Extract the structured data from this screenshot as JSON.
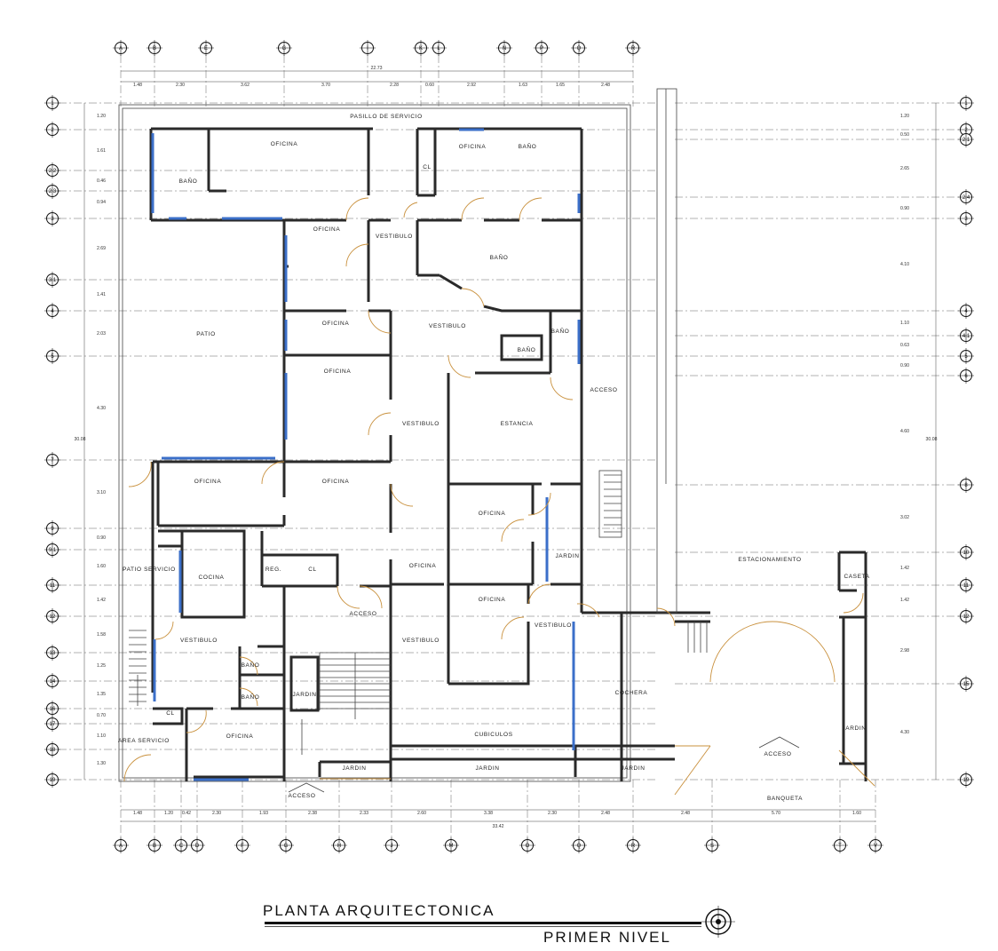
{
  "title": {
    "main": "PLANTA ARQUITECTONICA",
    "sub": "PRIMER NIVEL"
  },
  "axes_top": [
    "A",
    "B",
    "E",
    "G",
    "I",
    "K",
    "L",
    "N",
    "P",
    "Q",
    "R"
  ],
  "axes_bottom": [
    "A",
    "B",
    "C",
    "D",
    "F",
    "G",
    "H",
    "J",
    "M",
    "O",
    "Q",
    "R",
    "S",
    "T",
    "V"
  ],
  "axes_left": [
    "1",
    "2",
    "2.2",
    "2.3",
    "3",
    "3.1",
    "4",
    "5",
    "7",
    "9",
    "9.1",
    "11",
    "12",
    "13",
    "14",
    "16",
    "17",
    "18",
    "19"
  ],
  "axes_right": [
    "1",
    "2",
    "2.1",
    "2.4",
    "3",
    "4",
    "4.1",
    "5",
    "6",
    "8",
    "10",
    "11",
    "12",
    "15",
    "19"
  ],
  "dims_top": {
    "total": "22.73",
    "parts": [
      "1.48",
      "2.30",
      "3.62",
      "3.70",
      "2.28",
      "0.60",
      "2.92",
      "1.63",
      "1.65",
      "2.48"
    ]
  },
  "dims_bottom": {
    "total": "33.42",
    "parts": [
      "1.48",
      "1.20",
      "0.42",
      "2.30",
      "1.93",
      "2.38",
      "2.33",
      "2.60",
      "3.38",
      "2.30",
      "2.48",
      "2.48",
      "5.70",
      "1.60"
    ]
  },
  "dims_left": {
    "total": "30.08",
    "parts": [
      "1.20",
      "1.61",
      "0.46",
      "0.94",
      "2.69",
      "1.41",
      "2.03",
      "4.30",
      "3.10",
      "0.90",
      "1.60",
      "1.42",
      "1.58",
      "1.25",
      "1.35",
      "0.70",
      "1.10",
      "1.30"
    ]
  },
  "dims_right": {
    "total": "30.08",
    "parts": [
      "1.20",
      "0.50",
      "2.65",
      "0.90",
      "4.10",
      "1.10",
      "0.63",
      "0.90",
      "4.60",
      "3.02",
      "1.42",
      "1.42",
      "2.98",
      "4.30"
    ]
  },
  "rooms": [
    {
      "id": "pasillo",
      "label": "PASILLO DE SERVICIO"
    },
    {
      "id": "oficina1",
      "label": "OFICINA"
    },
    {
      "id": "bano1",
      "label": "BAÑO"
    },
    {
      "id": "cl1",
      "label": "CL"
    },
    {
      "id": "oficina2",
      "label": "OFICINA"
    },
    {
      "id": "bano2",
      "label": "BAÑO"
    },
    {
      "id": "oficina3",
      "label": "OFICINA"
    },
    {
      "id": "vestibulo1",
      "label": "VESTIBULO"
    },
    {
      "id": "bano3",
      "label": "BAÑO"
    },
    {
      "id": "patio",
      "label": "PATIO"
    },
    {
      "id": "oficina4",
      "label": "OFICINA"
    },
    {
      "id": "vestibulo2",
      "label": "VESTIBULO"
    },
    {
      "id": "bano4",
      "label": "BAÑO"
    },
    {
      "id": "bano5",
      "label": "BAÑO"
    },
    {
      "id": "oficina5",
      "label": "OFICINA"
    },
    {
      "id": "acceso1",
      "label": "ACCESO"
    },
    {
      "id": "vestibulo3",
      "label": "VESTIBULO"
    },
    {
      "id": "estancia",
      "label": "ESTANCIA"
    },
    {
      "id": "oficina6",
      "label": "OFICINA"
    },
    {
      "id": "oficina7",
      "label": "OFICINA"
    },
    {
      "id": "oficina8",
      "label": "OFICINA"
    },
    {
      "id": "patio_servicio",
      "label": "PATIO SERVICIO"
    },
    {
      "id": "cocina",
      "label": "COCINA"
    },
    {
      "id": "reg",
      "label": "REG."
    },
    {
      "id": "cl2",
      "label": "CL"
    },
    {
      "id": "oficina9",
      "label": "OFICINA"
    },
    {
      "id": "jardin1",
      "label": "JARDIN"
    },
    {
      "id": "estacionamiento",
      "label": "ESTACIONAMIENTO"
    },
    {
      "id": "caseta",
      "label": "CASETA"
    },
    {
      "id": "acceso2",
      "label": "ACCESO"
    },
    {
      "id": "oficina10",
      "label": "OFICINA"
    },
    {
      "id": "vestibulo4",
      "label": "VESTIBULO"
    },
    {
      "id": "vestibulo5",
      "label": "VESTIBULO"
    },
    {
      "id": "vestibulo6",
      "label": "VESTIBULO"
    },
    {
      "id": "bano6",
      "label": "BAÑO"
    },
    {
      "id": "bano7",
      "label": "BAÑO"
    },
    {
      "id": "jardin2",
      "label": "JARDIN"
    },
    {
      "id": "cochera",
      "label": "COCHERA"
    },
    {
      "id": "jardin3",
      "label": "JARDIN"
    },
    {
      "id": "cl3",
      "label": "CL"
    },
    {
      "id": "area_servicio",
      "label": "AREA SERVICIO"
    },
    {
      "id": "oficina11",
      "label": "OFICINA"
    },
    {
      "id": "cubiculos",
      "label": "CUBICULOS"
    },
    {
      "id": "acceso3",
      "label": "ACCESO"
    },
    {
      "id": "jardin4",
      "label": "JARDIN"
    },
    {
      "id": "jardin5",
      "label": "JARDIN"
    },
    {
      "id": "jardin6",
      "label": "JARDIN"
    },
    {
      "id": "acceso4",
      "label": "ACCESO"
    },
    {
      "id": "banqueta",
      "label": "BANQUETA"
    }
  ],
  "colors": {
    "wall": "#2a2a2a",
    "window": "#3b6fc9",
    "door": "#c9913e",
    "grid": "#666666"
  }
}
